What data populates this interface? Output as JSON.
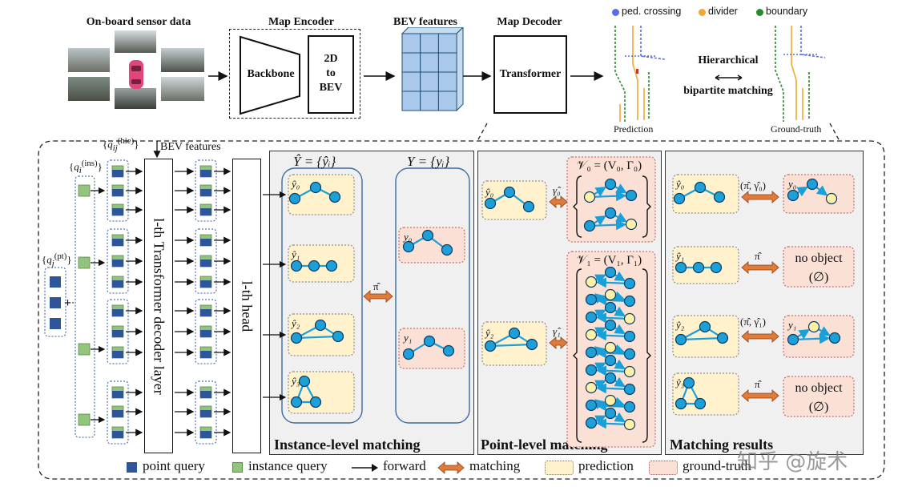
{
  "top": {
    "sensor_title": "On-board sensor data",
    "encoder_title": "Map Encoder",
    "backbone": "Backbone",
    "to_bev": [
      "2D",
      "to",
      "BEV"
    ],
    "bev_title": "BEV features",
    "decoder_title": "Map Decoder",
    "transformer": "Transformer",
    "legend_map": [
      "ped. crossing",
      "divider",
      "boundary"
    ],
    "matching": [
      "Hierarchical",
      "bipartite matching"
    ],
    "prediction": "Prediction",
    "ground_truth": "Ground-truth"
  },
  "decoder": {
    "bev_features": "BEV features",
    "q_hie": "{q_ij^(hie)}",
    "q_ins": "{q_i^(ins)}",
    "q_pt": "{q_j^(pt)}",
    "plus": "+",
    "layer": "l-th Transformer decoder layer",
    "head": "l-th head"
  },
  "panels": {
    "instance": "Instance-level matching",
    "point": "Point-level matching",
    "results": "Matching results"
  },
  "instance": {
    "y_hat_set": "Ŷ = {ŷᵢ}",
    "y_set": "Y = {yᵢ}",
    "pi": "π̂",
    "preds": [
      "ŷ₀",
      "ŷ₁",
      "ŷ₂",
      "ŷ₃"
    ],
    "gts": [
      "y₀",
      "y₁"
    ]
  },
  "point": {
    "v0": "𝒱₀ = (V₀, Γ₀)",
    "v1": "𝒱₁ = (V₁, Γ₁)",
    "preds": [
      "ŷ₀",
      "ŷ₂"
    ],
    "gamma": [
      "γ̂₀",
      "γ̂₁"
    ]
  },
  "results": {
    "preds": [
      "ŷ₀",
      "ŷ₁",
      "ŷ₂",
      "ŷ₃"
    ],
    "labels": [
      "(π̂, γ̂₀)",
      "π̂",
      "(π̂, γ̂₁)",
      "π̂"
    ],
    "gts": [
      "y₀",
      "no object",
      "y₁",
      "no object"
    ],
    "empty": "(∅)"
  },
  "legend": {
    "point_query": "point query",
    "instance_query": "instance query",
    "forward": "forward",
    "matching": "matching",
    "prediction": "prediction",
    "ground_truth": "ground-truth"
  },
  "watermark": "知乎 @旋术",
  "colors": {
    "point_query": "#2e5597",
    "instance_query": "#93c47d",
    "prediction_fill": "#fff2cc",
    "gt_fill": "#fbe0d6",
    "node_blue": "#1d9fd8",
    "node_yellow": "#fff2a8",
    "edge": "#1aa0d8",
    "matching_arrow": "#e07b39",
    "panel_bg": "#f0f0f0"
  }
}
